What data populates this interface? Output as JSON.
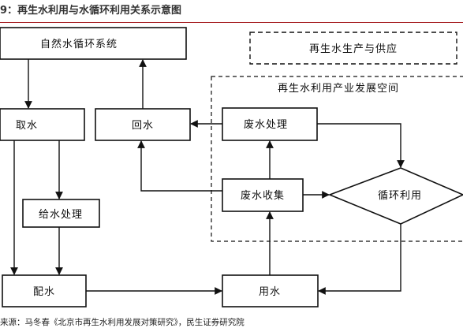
{
  "title": "9：再生水利用与水循环利用关系示意图",
  "source": "来源：马冬春《北京市再生水利用发展对策研究》，民生证券研究院",
  "nodes": {
    "natural_cycle": "自然水循环系统",
    "intake": "取水",
    "return": "回水",
    "supply_treatment": "给水处理",
    "distribution": "配水",
    "usage": "用水",
    "wastewater_treatment": "废水处理",
    "wastewater_collection": "废水收集",
    "recycling": "循环利用"
  },
  "legend_label": "再生水生产与供应",
  "region_label": "再生水利用产业发展空间",
  "colors": {
    "accent": "#a61e22",
    "stroke": "#111111"
  }
}
